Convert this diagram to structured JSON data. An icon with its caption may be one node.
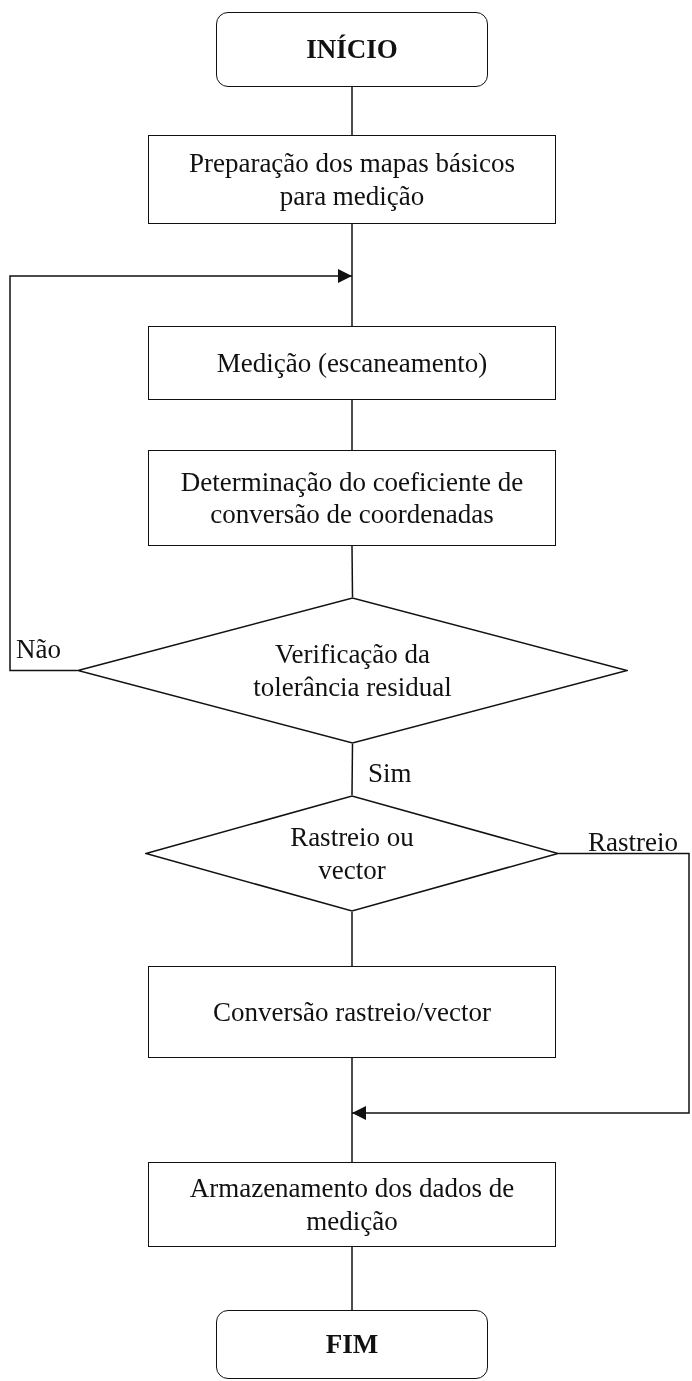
{
  "diagram": {
    "nodes": [
      {
        "text": [
          "INÍCIO"
        ]
      },
      {
        "text": [
          "Preparação dos mapas básicos para medição"
        ]
      },
      {
        "text": [
          "Medição (escaneamento)"
        ]
      },
      {
        "text": [
          "Determinação do coeficiente de conversão de coordenadas"
        ]
      },
      {
        "text": [
          "Verificação da tolerância residual"
        ]
      },
      {
        "text": [
          "Rastreio ou vector"
        ]
      },
      {
        "text": [
          "Conversão rastreio/vector"
        ]
      },
      {
        "text": [
          "Armazenamento dos dados de medição"
        ]
      },
      {
        "text": [
          "FIM"
        ]
      }
    ],
    "edges": [
      {
        "from": 0,
        "to": 1,
        "arrow": "none"
      },
      {
        "from": 1,
        "to": 2,
        "arrow": "none"
      },
      {
        "from": 2,
        "to": 3,
        "arrow": "none"
      },
      {
        "from": 3,
        "to": 4,
        "arrow": "none"
      },
      {
        "from": 4,
        "to": 5,
        "arrow": "none",
        "label": "Sim"
      },
      {
        "from": 5,
        "to": 6,
        "arrow": "none"
      },
      {
        "from": 6,
        "to": 7,
        "arrow": "none"
      },
      {
        "from": 7,
        "to": 8,
        "arrow": "none"
      },
      {
        "from": 4,
        "to": 2,
        "arrow": "to",
        "label": "Não"
      },
      {
        "from": 5,
        "to": 7,
        "arrow": "to",
        "label": "Rastreio"
      }
    ]
  }
}
